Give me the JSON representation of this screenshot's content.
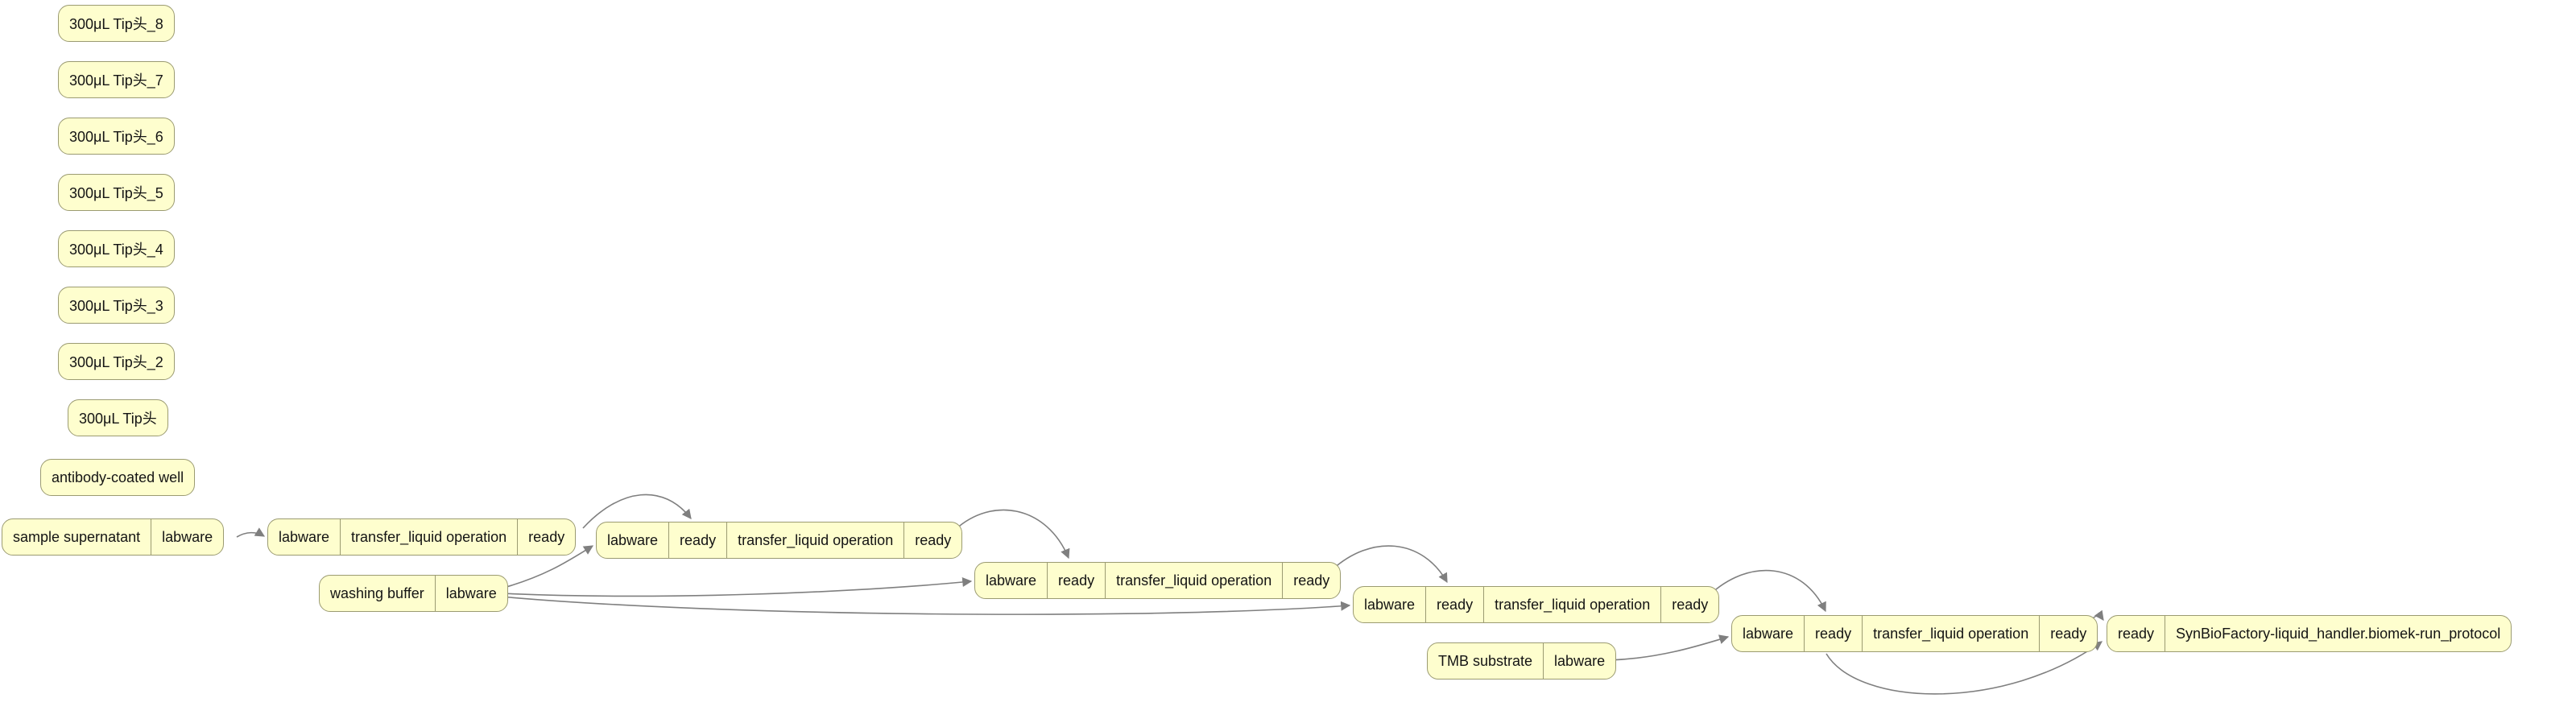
{
  "diagram": {
    "type": "protocol-workflow-graph",
    "colors": {
      "background": "#ffffff",
      "node_fill": "#fefece",
      "node_border": "#9b9b72",
      "edge_color": "#7f7f7f"
    },
    "nodes": [
      {
        "id": "tip-8",
        "fields": [
          "300μL Tip头_8"
        ]
      },
      {
        "id": "tip-7",
        "fields": [
          "300μL Tip头_7"
        ]
      },
      {
        "id": "tip-6",
        "fields": [
          "300μL Tip头_6"
        ]
      },
      {
        "id": "tip-5",
        "fields": [
          "300μL Tip头_5"
        ]
      },
      {
        "id": "tip-4",
        "fields": [
          "300μL Tip头_4"
        ]
      },
      {
        "id": "tip-3",
        "fields": [
          "300μL Tip头_3"
        ]
      },
      {
        "id": "tip-2",
        "fields": [
          "300μL Tip头_2"
        ]
      },
      {
        "id": "tip-1",
        "fields": [
          "300μL Tip头"
        ]
      },
      {
        "id": "antibody-coated-well",
        "fields": [
          "antibody-coated well"
        ]
      },
      {
        "id": "sample-supernatant",
        "fields": [
          "sample supernatant",
          "labware"
        ]
      },
      {
        "id": "transfer-1",
        "fields": [
          "labware",
          "transfer_liquid operation",
          "ready"
        ]
      },
      {
        "id": "transfer-2",
        "fields": [
          "labware",
          "ready",
          "transfer_liquid operation",
          "ready"
        ]
      },
      {
        "id": "washing-buffer",
        "fields": [
          "washing buffer",
          "labware"
        ]
      },
      {
        "id": "transfer-3",
        "fields": [
          "labware",
          "ready",
          "transfer_liquid operation",
          "ready"
        ]
      },
      {
        "id": "transfer-4",
        "fields": [
          "labware",
          "ready",
          "transfer_liquid operation",
          "ready"
        ]
      },
      {
        "id": "tmb-substrate",
        "fields": [
          "TMB substrate",
          "labware"
        ]
      },
      {
        "id": "transfer-5",
        "fields": [
          "labware",
          "ready",
          "transfer_liquid operation",
          "ready"
        ]
      },
      {
        "id": "run-protocol",
        "fields": [
          "ready",
          "SynBioFactory-liquid_handler.biomek-run_protocol"
        ]
      }
    ],
    "edges": [
      {
        "from": "sample-supernatant.labware",
        "to": "transfer-1.labware"
      },
      {
        "from": "transfer-1.ready",
        "to": "transfer-2.ready"
      },
      {
        "from": "washing-buffer.labware",
        "to": "transfer-2.labware"
      },
      {
        "from": "washing-buffer.labware",
        "to": "transfer-3.labware"
      },
      {
        "from": "washing-buffer.labware",
        "to": "transfer-4.labware"
      },
      {
        "from": "transfer-2.ready",
        "to": "transfer-3.ready"
      },
      {
        "from": "transfer-3.ready",
        "to": "transfer-4.ready"
      },
      {
        "from": "transfer-4.ready",
        "to": "transfer-5.ready"
      },
      {
        "from": "tmb-substrate.labware",
        "to": "transfer-5.labware"
      },
      {
        "from": "transfer-5.ready",
        "to": "run-protocol.ready"
      }
    ]
  }
}
